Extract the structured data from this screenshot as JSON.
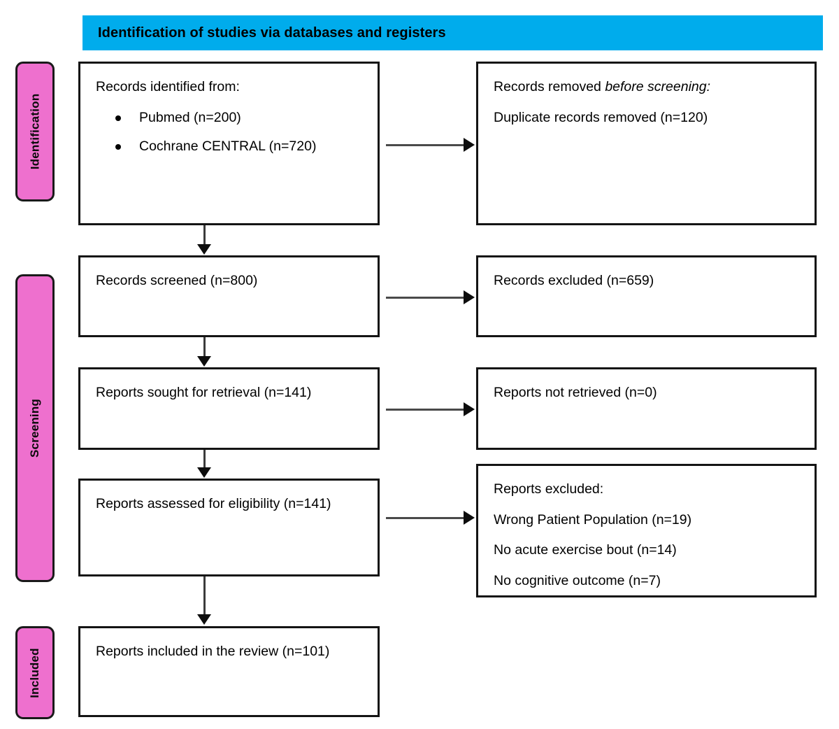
{
  "banner": {
    "title": "Identification of studies via databases and registers",
    "background_color": "#00ACEC"
  },
  "stage_labels": {
    "identification": "Identification",
    "screening": "Screening",
    "included": "Included",
    "background_color": "#EE70CE"
  },
  "boxes": {
    "identified": {
      "heading": "Records identified from:",
      "sources": [
        "Pubmed (n=200)",
        "Cochrane CENTRAL (n=720)"
      ]
    },
    "removed": {
      "line1_plain": "Records removed ",
      "line1_italic": "before screening:",
      "line2": "Duplicate records removed (n=120)"
    },
    "screened": {
      "text": "Records screened (n=800)"
    },
    "excluded_screening": {
      "text": "Records excluded (n=659)"
    },
    "sought": {
      "text": "Reports sought for retrieval (n=141)"
    },
    "not_retrieved": {
      "text": "Reports not retrieved (n=0)"
    },
    "assessed": {
      "text": "Reports assessed for eligibility (n=141)"
    },
    "excluded_eligibility": {
      "heading": "Reports excluded:",
      "reasons": [
        "Wrong Patient Population (n=19)",
        "No acute exercise bout (n=14)",
        "No cognitive outcome (n=7)"
      ]
    },
    "included": {
      "text": "Reports included in the review (n=101)"
    }
  },
  "chart_data": {
    "type": "diagram",
    "title": "PRISMA flow diagram",
    "nodes": [
      {
        "id": "identified",
        "stage": "Identification",
        "label": "Records identified from:",
        "counts": {
          "Pubmed": 200,
          "Cochrane CENTRAL": 720
        }
      },
      {
        "id": "removed",
        "stage": "Identification",
        "label": "Records removed before screening: Duplicate records removed",
        "count": 120
      },
      {
        "id": "screened",
        "stage": "Screening",
        "label": "Records screened",
        "count": 800
      },
      {
        "id": "excluded_screening",
        "stage": "Screening",
        "label": "Records excluded",
        "count": 659
      },
      {
        "id": "sought",
        "stage": "Screening",
        "label": "Reports sought for retrieval",
        "count": 141
      },
      {
        "id": "not_retrieved",
        "stage": "Screening",
        "label": "Reports not retrieved",
        "count": 0
      },
      {
        "id": "assessed",
        "stage": "Screening",
        "label": "Reports assessed for eligibility",
        "count": 141
      },
      {
        "id": "excluded_eligibility",
        "stage": "Screening",
        "label": "Reports excluded",
        "counts": {
          "Wrong Patient Population": 19,
          "No acute exercise bout": 14,
          "No cognitive outcome": 7
        }
      },
      {
        "id": "included",
        "stage": "Included",
        "label": "Reports included in the review",
        "count": 101
      }
    ],
    "edges": [
      {
        "from": "identified",
        "to": "removed",
        "direction": "right"
      },
      {
        "from": "identified",
        "to": "screened",
        "direction": "down"
      },
      {
        "from": "screened",
        "to": "excluded_screening",
        "direction": "right"
      },
      {
        "from": "screened",
        "to": "sought",
        "direction": "down"
      },
      {
        "from": "sought",
        "to": "not_retrieved",
        "direction": "right"
      },
      {
        "from": "sought",
        "to": "assessed",
        "direction": "down"
      },
      {
        "from": "assessed",
        "to": "excluded_eligibility",
        "direction": "right"
      },
      {
        "from": "assessed",
        "to": "included",
        "direction": "down"
      }
    ]
  }
}
